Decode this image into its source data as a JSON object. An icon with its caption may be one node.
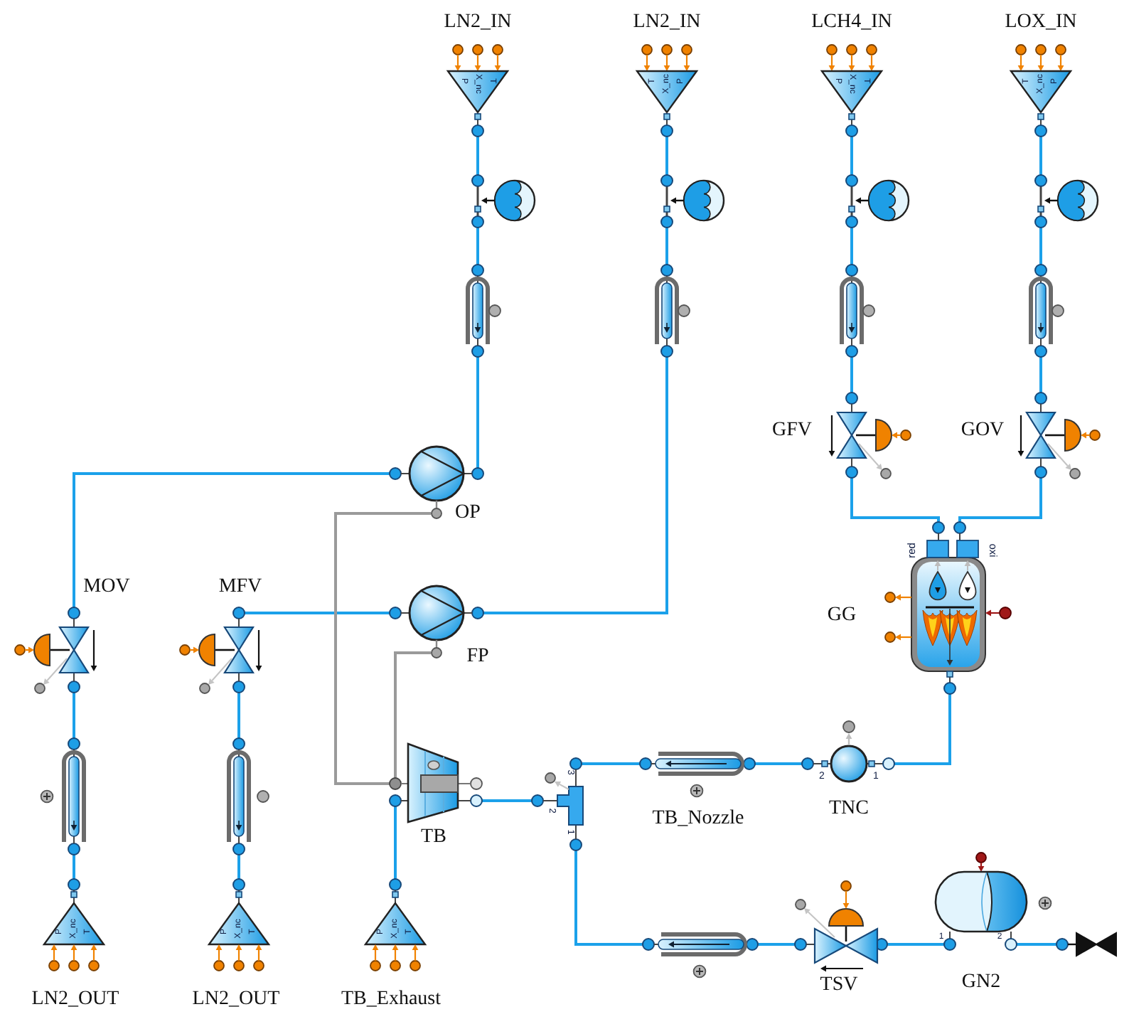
{
  "diagram": {
    "nodes": [
      {
        "text": [
          "LN2_IN",
          "P",
          "X_nc",
          "T"
        ]
      },
      {
        "text": [],
        "shape": "picture"
      },
      {
        "text": [],
        "shape": "cylinder"
      },
      {
        "text": [
          "LN2_IN",
          "T",
          "X_nc",
          "P"
        ]
      },
      {
        "text": [],
        "shape": "picture"
      },
      {
        "text": [],
        "shape": "cylinder"
      },
      {
        "text": [
          "LCH4_IN",
          "P",
          "X_nc",
          "T"
        ]
      },
      {
        "text": [],
        "shape": "picture"
      },
      {
        "text": [],
        "shape": "cylinder"
      },
      {
        "text": [
          "GFV"
        ]
      },
      {
        "text": [
          "LOX_IN",
          "T",
          "X_nc",
          "P"
        ]
      },
      {
        "text": [],
        "shape": "picture"
      },
      {
        "text": [],
        "shape": "cylinder"
      },
      {
        "text": [
          "GOV"
        ]
      },
      {
        "text": [
          "OP"
        ]
      },
      {
        "text": [
          "FP"
        ]
      },
      {
        "text": [
          "MOV"
        ]
      },
      {
        "text": [],
        "shape": "cylinder"
      },
      {
        "text": [
          "LN2_OUT",
          "P",
          "X_nc",
          "T"
        ]
      },
      {
        "text": [
          "MFV"
        ]
      },
      {
        "text": [],
        "shape": "cylinder"
      },
      {
        "text": [
          "LN2_OUT",
          "P",
          "X_nc",
          "T"
        ]
      },
      {
        "text": [
          "GG",
          "red",
          "oxi"
        ]
      },
      {
        "text": [
          "TNC",
          "2",
          "1"
        ]
      },
      {
        "text": [
          "TB_Nozzle"
        ]
      },
      {
        "text": [
          "3",
          "2",
          "1"
        ]
      },
      {
        "text": [
          "TB"
        ]
      },
      {
        "text": [
          "TB_Exhaust",
          "P",
          "X_nc",
          "T"
        ]
      },
      {
        "text": [],
        "shape": "cylinder"
      },
      {
        "text": [
          "TSV"
        ]
      },
      {
        "text": [
          "GN2",
          "1",
          "2"
        ]
      },
      {
        "text": [],
        "shape": "picture"
      }
    ],
    "edges": [
      {
        "from": 0,
        "to": 1,
        "arrow": "none"
      },
      {
        "from": 1,
        "to": 2,
        "arrow": "none"
      },
      {
        "from": 2,
        "to": 14,
        "arrow": "none"
      },
      {
        "from": 14,
        "to": 16,
        "arrow": "none"
      },
      {
        "from": 3,
        "to": 4,
        "arrow": "none"
      },
      {
        "from": 4,
        "to": 5,
        "arrow": "none"
      },
      {
        "from": 5,
        "to": 15,
        "arrow": "none"
      },
      {
        "from": 15,
        "to": 19,
        "arrow": "none"
      },
      {
        "from": 6,
        "to": 7,
        "arrow": "none"
      },
      {
        "from": 7,
        "to": 8,
        "arrow": "none"
      },
      {
        "from": 8,
        "to": 9,
        "arrow": "none"
      },
      {
        "from": 9,
        "to": 22,
        "arrow": "none"
      },
      {
        "from": 10,
        "to": 11,
        "arrow": "none"
      },
      {
        "from": 11,
        "to": 12,
        "arrow": "none"
      },
      {
        "from": 12,
        "to": 13,
        "arrow": "none"
      },
      {
        "from": 13,
        "to": 22,
        "arrow": "none"
      },
      {
        "from": 16,
        "to": 17,
        "arrow": "none"
      },
      {
        "from": 17,
        "to": 18,
        "arrow": "none"
      },
      {
        "from": 19,
        "to": 20,
        "arrow": "none"
      },
      {
        "from": 20,
        "to": 21,
        "arrow": "none"
      },
      {
        "from": 22,
        "to": 23,
        "arrow": "none"
      },
      {
        "from": 23,
        "to": 24,
        "arrow": "none"
      },
      {
        "from": 24,
        "to": 25,
        "arrow": "none"
      },
      {
        "from": 26,
        "to": 25,
        "arrow": "none"
      },
      {
        "from": 26,
        "to": 27,
        "arrow": "none"
      },
      {
        "from": 25,
        "to": 28,
        "arrow": "none"
      },
      {
        "from": 28,
        "to": 29,
        "arrow": "none"
      },
      {
        "from": 29,
        "to": 30,
        "arrow": "none"
      },
      {
        "from": 30,
        "to": 31,
        "arrow": "none"
      },
      {
        "from": 14,
        "to": 26,
        "arrow": "none",
        "color": "#9a9a9a"
      },
      {
        "from": 15,
        "to": 26,
        "arrow": "none",
        "color": "#9a9a9a"
      }
    ]
  }
}
